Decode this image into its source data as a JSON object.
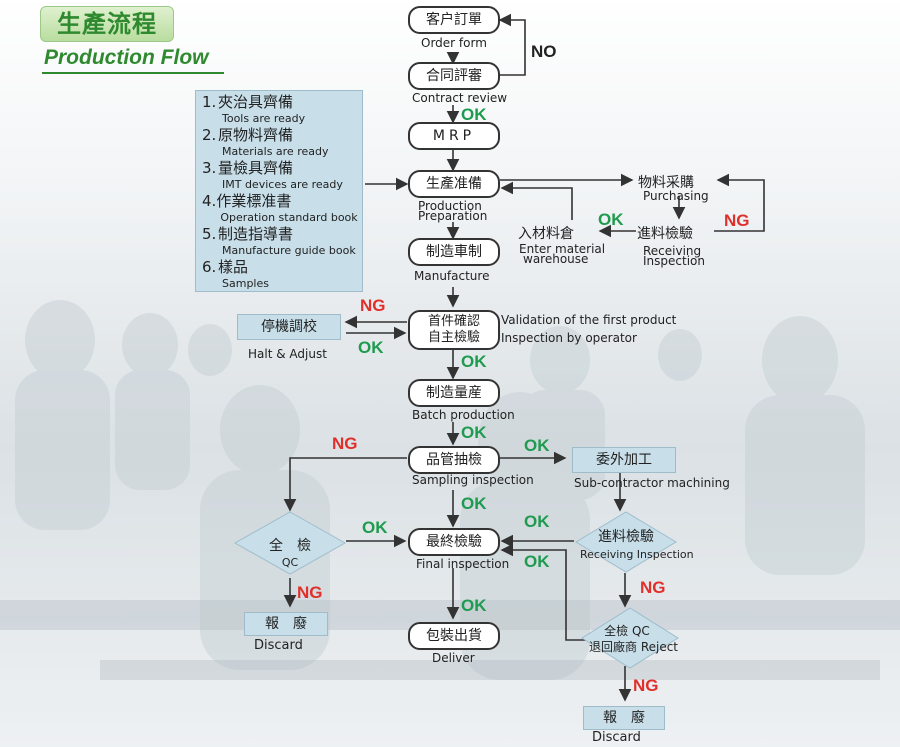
{
  "header": {
    "title_zh": "生產流程",
    "title_en": "Production Flow"
  },
  "prep": [
    {
      "num": "1.",
      "zh": "夾治具齊備",
      "en": "Tools are ready"
    },
    {
      "num": "2.",
      "zh": "原物料齊備",
      "en": "Materials are ready"
    },
    {
      "num": "3.",
      "zh": "量檢具齊備",
      "en": "IMT devices are ready"
    },
    {
      "num": "4.",
      "zh": "作業標准書",
      "en": "Operation standard book"
    },
    {
      "num": "5.",
      "zh": "制造指導書",
      "en": "Manufacture guide book"
    },
    {
      "num": "6.",
      "zh": "樣品",
      "en": "Samples"
    }
  ],
  "nodes": {
    "order": {
      "zh": "客户訂單",
      "en": "Order form"
    },
    "contract": {
      "zh": "合同評審",
      "en": "Contract review"
    },
    "mrp": {
      "zh": "MRP"
    },
    "prep": {
      "zh": "生產准備",
      "en1": "Production",
      "en2": "Preparation"
    },
    "purchase": {
      "zh": "物料采購",
      "en": "Purchasing"
    },
    "receiving1": {
      "zh": "進料檢驗",
      "en1": "Receiving",
      "en2": "Inspection"
    },
    "warehouse": {
      "zh": "入材料倉",
      "en1": "Enter  material",
      "en2": "warehouse"
    },
    "manufacture": {
      "zh": "制造車制",
      "en": "Manufacture"
    },
    "first": {
      "zh1": "首件確認",
      "zh2": "自主檢驗",
      "en1": "Validation of the first product",
      "en2": "Inspection by operator"
    },
    "halt": {
      "zh": "停機調校",
      "en": "Halt & Adjust"
    },
    "batch": {
      "zh": "制造量産",
      "en": "Batch production"
    },
    "sampling": {
      "zh": "品管抽檢",
      "en": "Sampling inspection"
    },
    "sub": {
      "zh": "委外加工",
      "en": "Sub-contractor machining"
    },
    "qc": {
      "zh": "全　檢",
      "en": "QC"
    },
    "final": {
      "zh": "最終檢驗",
      "en": "Final inspection"
    },
    "receiving2": {
      "zh": "進料檢驗",
      "en": "Receiving  Inspection"
    },
    "discard1": {
      "zh": "報　廢",
      "en": "Discard"
    },
    "deliver": {
      "zh": "包裝出貨",
      "en": "Deliver"
    },
    "reject": {
      "zh1": "全檢 QC",
      "zh2": "退回廠商 Reject"
    },
    "discard2": {
      "zh": "報　廢",
      "en": "Discard"
    }
  },
  "marks": {
    "ok": "OK",
    "ng": "NG",
    "no": "NO"
  }
}
